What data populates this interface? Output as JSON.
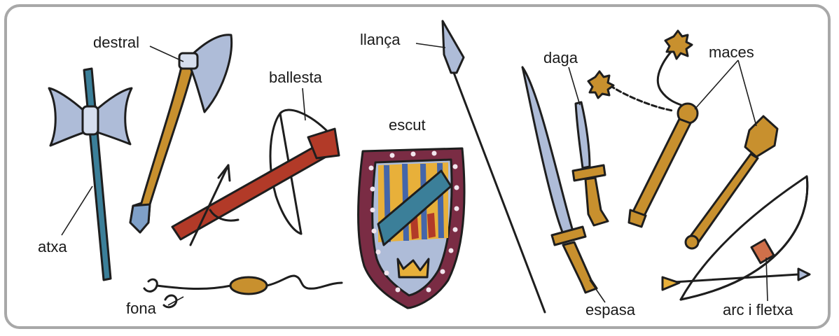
{
  "labels": {
    "destral": "destral",
    "atxa": "atxa",
    "ballesta": "ballesta",
    "fona": "fona",
    "escut": "escut",
    "llanca": "llança",
    "daga": "daga",
    "espasa": "espasa",
    "maces": "maces",
    "arc_i_fletxa": "arc i fletxa"
  },
  "colors": {
    "frame": "#a8a8a8",
    "outline": "#1e1e1e",
    "steel": "#aebcd8",
    "wood": "#c8902e",
    "teal": "#3b7f99",
    "red": "#b23a28",
    "shield_border": "#7a2c44"
  }
}
